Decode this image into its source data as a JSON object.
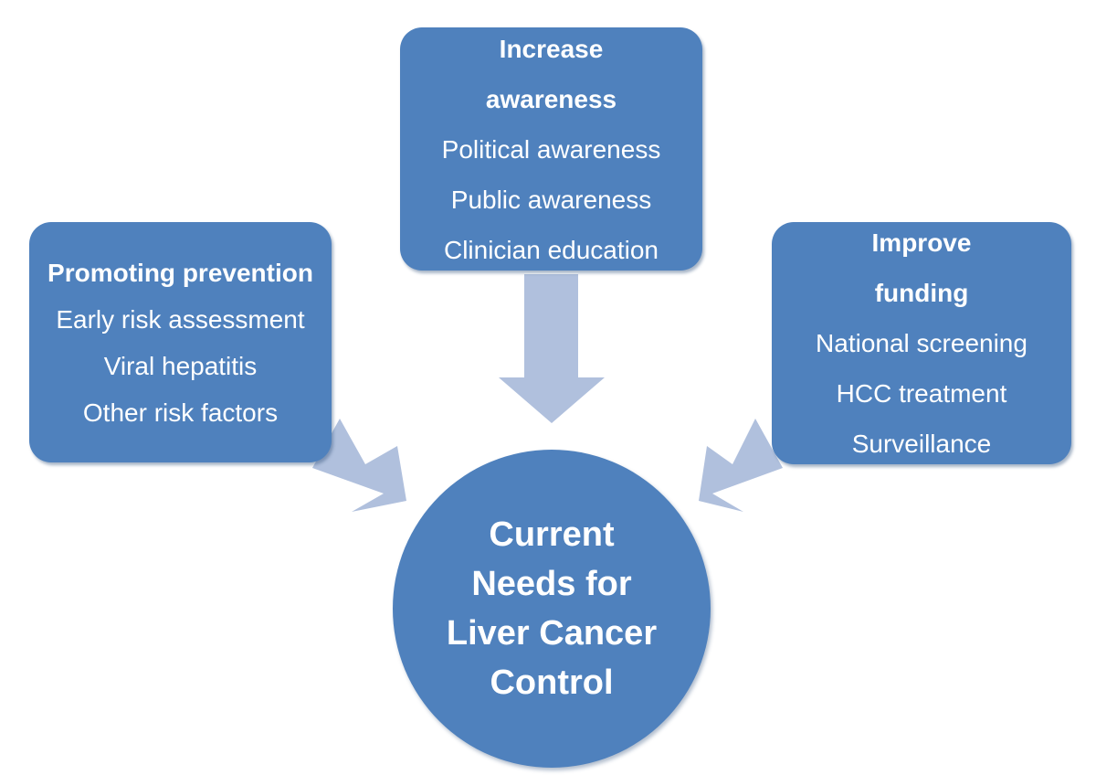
{
  "colors": {
    "node_fill": "#4f81bd",
    "arrow_fill": "#b0c0dd",
    "text": "#ffffff"
  },
  "center": {
    "label": "Current\nNeeds for\nLiver Cancer\nControl"
  },
  "boxes": {
    "prevention": {
      "title": "Promoting prevention",
      "items": [
        "Early risk assessment",
        "Viral hepatitis",
        "Other risk factors"
      ]
    },
    "awareness": {
      "title": "Increase\nawareness",
      "items": [
        "Political  awareness",
        "Public awareness",
        "Clinician education"
      ]
    },
    "funding": {
      "title": "Improve\nfunding",
      "items": [
        "National screening",
        "HCC treatment",
        "Surveillance"
      ]
    }
  }
}
